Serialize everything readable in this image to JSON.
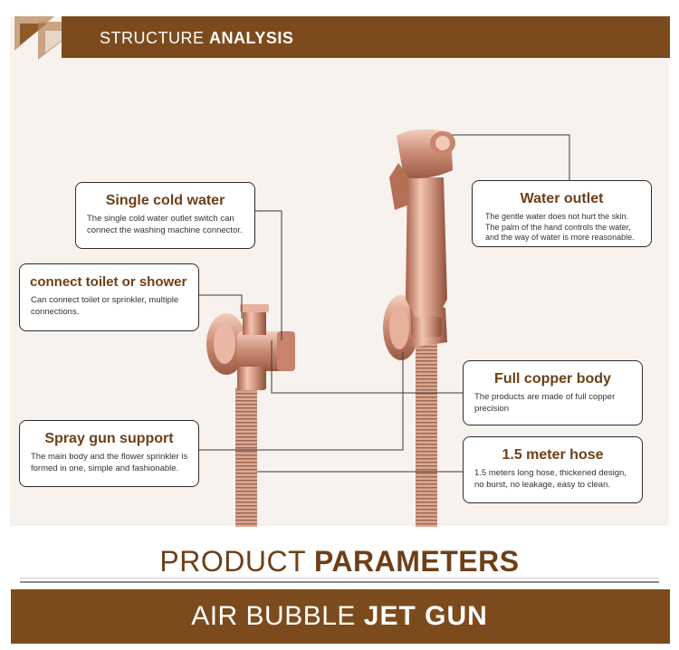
{
  "header": {
    "title_light": "STRUCTURE ",
    "title_bold": "ANALYSIS"
  },
  "callouts": {
    "single_cold_water": {
      "title": "Single cold water",
      "desc": "The single cold water outlet switch can connect the washing machine connector."
    },
    "connect_toilet": {
      "title": "connect toilet or shower",
      "desc": "Can connect toilet or sprinkler, multiple connections."
    },
    "spray_gun_support": {
      "title": "Spray gun support",
      "desc": "The main body and the flower sprinkler is formed in one, simple and fashionable."
    },
    "water_outlet": {
      "title": "Water outlet",
      "desc": "The gentle water does not hurt the skin. The palm of the hand controls the water, and the way of water is more reasonable."
    },
    "full_copper_body": {
      "title": "Full copper body",
      "desc": "The products are made of full copper precision"
    },
    "hose": {
      "title": "1.5 meter hose",
      "desc": "1.5 meters long hose, thickened design, no burst, no leakage, easy to clean."
    }
  },
  "params": {
    "title_light": "PRODUCT ",
    "title_bold": "PARAMETERS"
  },
  "footer": {
    "title_light": "AIR BUBBLE ",
    "title_bold": "JET GUN"
  },
  "colors": {
    "brand_brown": "#7c4b1d",
    "panel_bg": "#f7f2ee",
    "title_text": "#6e3f17",
    "copper": "#d49a84"
  }
}
